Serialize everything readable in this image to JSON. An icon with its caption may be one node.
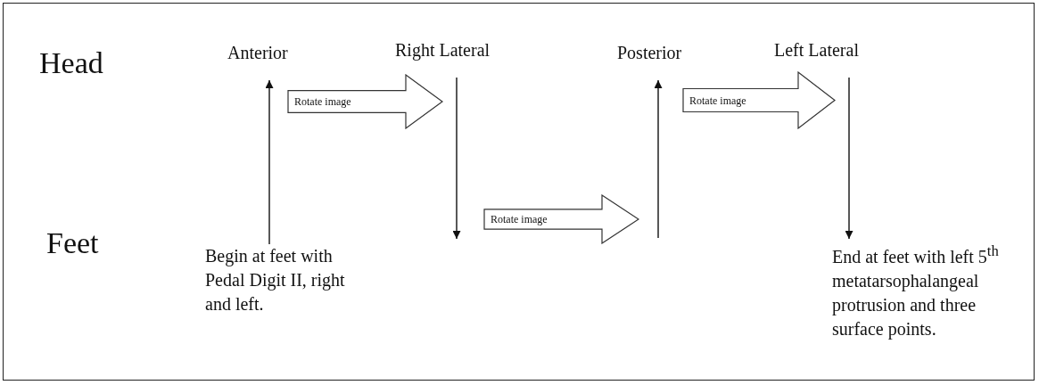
{
  "diagram": {
    "nodes": [
      {
        "text": [
          "Anterior"
        ]
      },
      {
        "text": [
          "Right Lateral"
        ]
      },
      {
        "text": [
          "Posterior"
        ]
      },
      {
        "text": [
          "Left Lateral"
        ]
      },
      {
        "text": [
          "Rotate image"
        ]
      },
      {
        "text": [
          "Rotate image"
        ]
      },
      {
        "text": [
          "Rotate image"
        ]
      },
      {
        "text": [
          "Begin at feet with Pedal Digit II, right and left."
        ]
      },
      {
        "text": [
          "End at feet with left 5$^{th}$ metatarsophalangeal protrusion and three surface points."
        ]
      }
    ],
    "edges": [
      {
        "from": 7,
        "to": 0,
        "arrow": "to"
      },
      {
        "from": 1,
        "to": null,
        "arrow": "to"
      },
      {
        "from": null,
        "to": 2,
        "arrow": "to"
      },
      {
        "from": 3,
        "to": 8,
        "arrow": "to"
      }
    ],
    "labels": [
      "Head",
      "Feet"
    ]
  }
}
